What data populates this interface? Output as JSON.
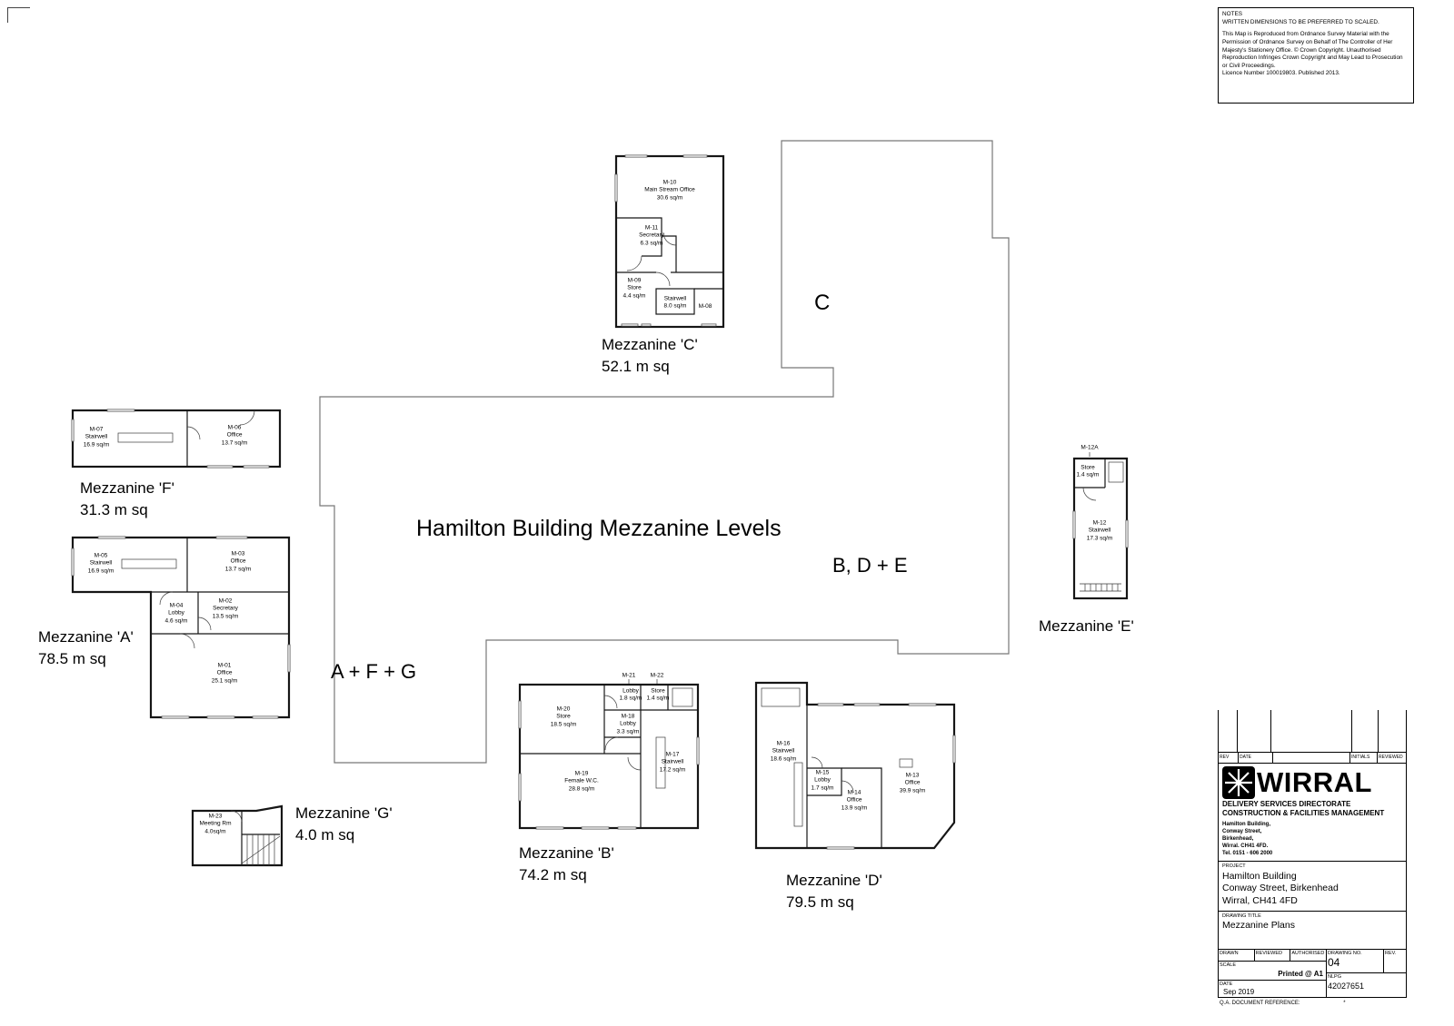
{
  "main_title": "Hamilton Building Mezzanine Levels",
  "notes": {
    "title": "NOTES",
    "dim_note": "WRITTEN DIMENSIONS TO BE PREFERRED TO SCALED.",
    "map_note": "This Map is Reproduced from Ordnance Survey Material with the Permission of Ordnance Survey on Behalf of The Controller of Her Majesty's Stationery Office.  © Crown Copyright. Unauthorised Reproduction Infringes Crown Copyright and May Lead to Prosecution or Civil Proceedings.",
    "licence": "Licence Number 100019803. Published 2013."
  },
  "zone_labels": {
    "c": "C",
    "bde": "B, D + E",
    "afg": "A + F + G"
  },
  "plans": {
    "c": {
      "title": "Mezzanine 'C'",
      "area": "52.1 m sq",
      "rooms": [
        {
          "code": "M-10",
          "name": "Main Stream Office",
          "area": "30.6 sq/m"
        },
        {
          "code": "M-11",
          "name": "Secretary",
          "area": "6.3 sq/m"
        },
        {
          "code": "M-09",
          "name": "Store",
          "area": "4.4 sq/m"
        },
        {
          "code": "",
          "name": "Stairwell",
          "area": "8.0 sq/m"
        },
        {
          "code": "M-08",
          "name": "",
          "area": ""
        }
      ]
    },
    "f": {
      "title": "Mezzanine 'F'",
      "area": "31.3 m sq",
      "rooms": [
        {
          "code": "M-07",
          "name": "Stairwell",
          "area": "16.9 sq/m"
        },
        {
          "code": "M-06",
          "name": "Office",
          "area": "13.7 sq/m"
        }
      ]
    },
    "a": {
      "title": "Mezzanine 'A'",
      "area": "78.5 m sq",
      "rooms": [
        {
          "code": "M-05",
          "name": "Stairwell",
          "area": "16.9 sq/m"
        },
        {
          "code": "M-03",
          "name": "Office",
          "area": "13.7 sq/m"
        },
        {
          "code": "M-04",
          "name": "Lobby",
          "area": "4.6 sq/m"
        },
        {
          "code": "M-02",
          "name": "Secretary",
          "area": "13.5 sq/m"
        },
        {
          "code": "M-01",
          "name": "Office",
          "area": "25.1 sq/m"
        }
      ]
    },
    "e": {
      "title": "Mezzanine 'E'",
      "code_above": "M-12A",
      "rooms": [
        {
          "code": "",
          "name": "Store",
          "area": "1.4 sq/m"
        },
        {
          "code": "M-12",
          "name": "Stairwell",
          "area": "17.3 sq/m"
        }
      ]
    },
    "b": {
      "title": "Mezzanine 'B'",
      "area": "74.2 m sq",
      "codes_above": [
        "M-21",
        "M-22"
      ],
      "rooms": [
        {
          "code": "",
          "name": "Lobby",
          "area": "1.8 sq/m"
        },
        {
          "code": "",
          "name": "Store",
          "area": "1.4 sq/m"
        },
        {
          "code": "M-20",
          "name": "Store",
          "area": "18.5 sq/m"
        },
        {
          "code": "M-18",
          "name": "Lobby",
          "area": "3.3 sq/m"
        },
        {
          "code": "M-17",
          "name": "Stairwell",
          "area": "17.2 sq/m"
        },
        {
          "code": "M-19",
          "name": "Female W.C.",
          "area": "28.8 sq/m"
        }
      ]
    },
    "d": {
      "title": "Mezzanine 'D'",
      "area": "79.5 m sq",
      "rooms": [
        {
          "code": "M-16",
          "name": "Stairwell",
          "area": "18.6 sq/m"
        },
        {
          "code": "M-15",
          "name": "Lobby",
          "area": "1.7 sq/m"
        },
        {
          "code": "M-14",
          "name": "Office",
          "area": "13.9 sq/m"
        },
        {
          "code": "M-13",
          "name": "Office",
          "area": "39.9 sq/m"
        }
      ]
    },
    "g": {
      "title": "Mezzanine 'G'",
      "area": "4.0 m sq",
      "rooms": [
        {
          "code": "M-23",
          "name": "Meeting Rm",
          "area": "4.0sq/m"
        }
      ]
    }
  },
  "title_block": {
    "rev_table": {
      "rev": "REV",
      "date": "DATE",
      "initials": "INITIALS",
      "reviewed": "REVIEWED"
    },
    "org": {
      "name": "WIRRAL",
      "dept1": "DELIVERY SERVICES DIRECTORATE",
      "dept2": "CONSTRUCTION & FACILITIES MANAGEMENT",
      "address_lines": [
        "Hamilton  Building,",
        "Conway Street,",
        "Birkenhead,",
        "Wirral. CH41 4FD.",
        "Tel.  0151 - 606 2000"
      ]
    },
    "project": {
      "label": "PROJECT",
      "lines": [
        "Hamilton Building",
        "Conway Street, Birkenhead",
        "Wirral, CH41 4FD"
      ]
    },
    "drawing_title": {
      "label": "DRAWING TITLE",
      "value": "Mezzanine Plans"
    },
    "grid": {
      "drawn_label": "DRAWN",
      "reviewed_label": "REVIEWED",
      "authorised_label": "AUTHORISED",
      "drawing_no_label": "DRAWING NO.",
      "drawing_no": "04",
      "rev_label": "REV.",
      "scale_label": "SCALE",
      "scale_value": "Printed @ A1",
      "nlpg_label": "NLPG",
      "nlpg_value": "42027651",
      "date_label": "DATE",
      "date_value": "Sep 2019"
    },
    "qa_line": "Q.A.  DOCUMENT  REFERENCE:",
    "qa_star": "*"
  }
}
